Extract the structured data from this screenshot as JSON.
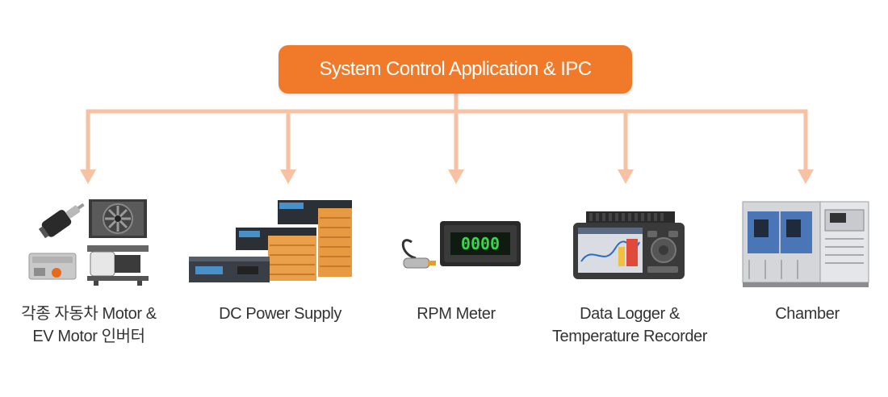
{
  "root": {
    "label": "System Control Application & IPC"
  },
  "colors": {
    "accent": "#f07a2a",
    "connector": "#f7c2a3"
  },
  "devices": [
    {
      "id": "motor",
      "label_lines": [
        "각종 자동차 Motor &",
        "EV Motor 인버터"
      ],
      "icon": "motor-inverter-icon"
    },
    {
      "id": "dc-power",
      "label_lines": [
        "DC Power Supply"
      ],
      "icon": "dc-power-supply-icon"
    },
    {
      "id": "rpm",
      "label_lines": [
        "RPM Meter"
      ],
      "icon": "rpm-meter-icon",
      "display_value": "0000"
    },
    {
      "id": "logger",
      "label_lines": [
        "Data Logger &",
        "Temperature Recorder"
      ],
      "icon": "data-logger-icon"
    },
    {
      "id": "chamber",
      "label_lines": [
        "Chamber"
      ],
      "icon": "chamber-icon"
    }
  ]
}
